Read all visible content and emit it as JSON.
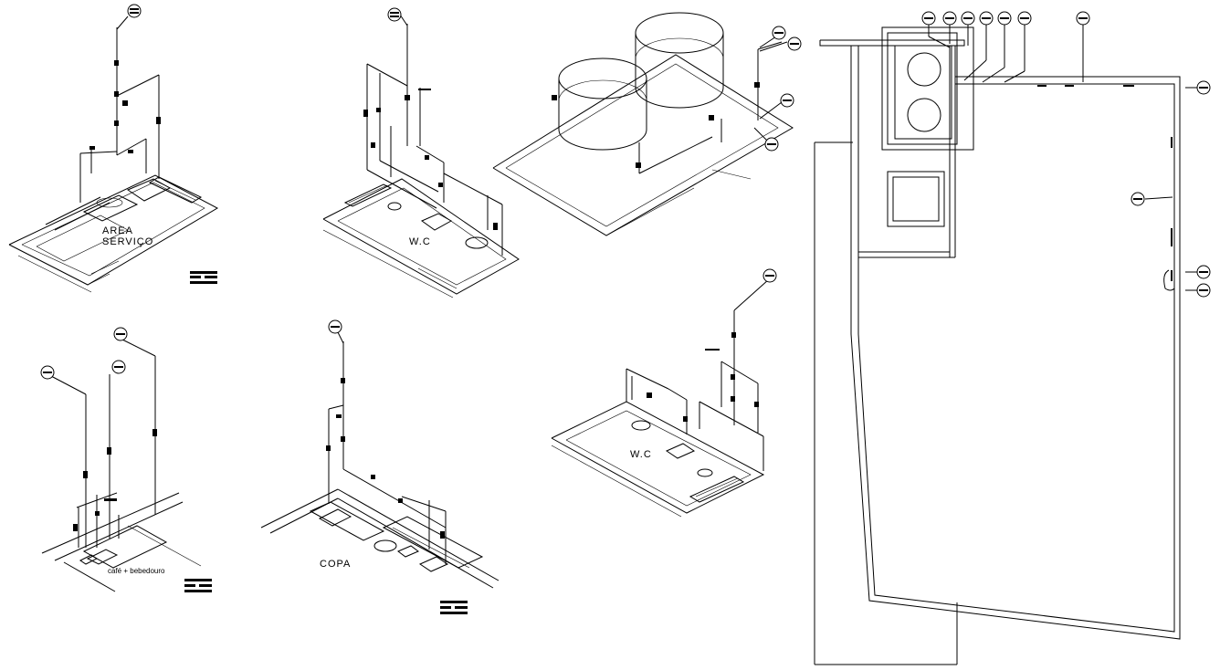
{
  "drawing": {
    "labels": {
      "area_servico_line1": "AREA",
      "area_servico_line2": "SERVIÇO",
      "wc_top": "W.C",
      "cafe": "café + bebedouro",
      "copa": "COPA",
      "wc_bottom": "W.C"
    },
    "colors": {
      "background": "#ffffff",
      "linework": "#000000"
    }
  }
}
